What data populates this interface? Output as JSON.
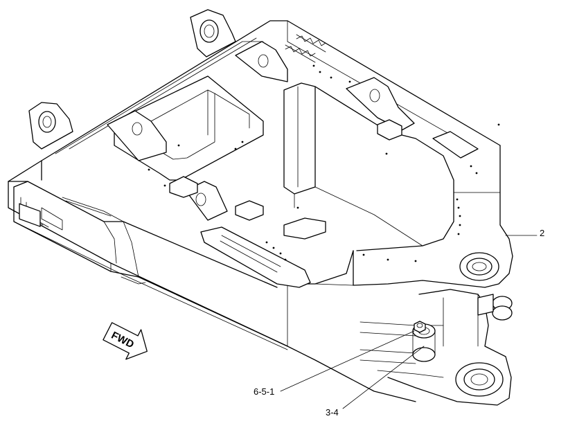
{
  "callouts": {
    "frame": "2",
    "bolt": "6-5-1",
    "pin": "3-4"
  },
  "direction_arrow": {
    "text": "FWD",
    "icon": "fwd-arrow-icon"
  },
  "colors": {
    "line": "#000000",
    "background": "#ffffff"
  }
}
